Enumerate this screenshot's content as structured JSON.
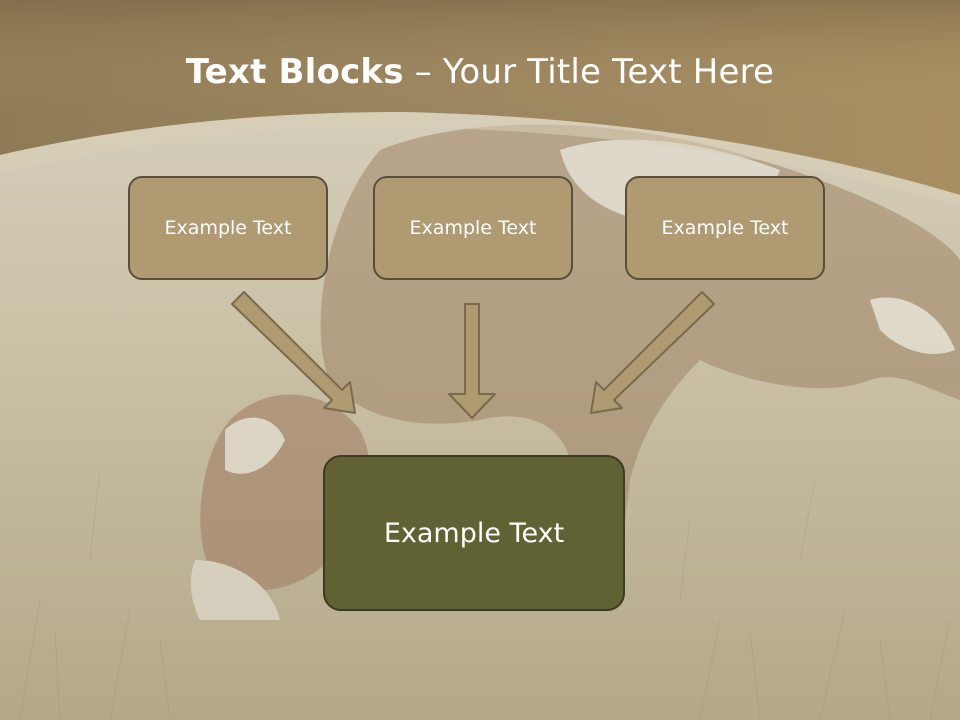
{
  "header": {
    "title_bold": "Text Blocks",
    "title_dash": " – ",
    "title_rest": "Your Title Text Here"
  },
  "blocks": {
    "top_left": "Example Text",
    "top_center": "Example Text",
    "top_right": "Example Text",
    "bottom": "Example Text"
  },
  "colors": {
    "header_band": "#8f7a52",
    "small_box_fill": "#b09a72",
    "big_box_fill": "#616233",
    "arrow_fill": "#b09a72",
    "border": "#5a4f3c"
  }
}
